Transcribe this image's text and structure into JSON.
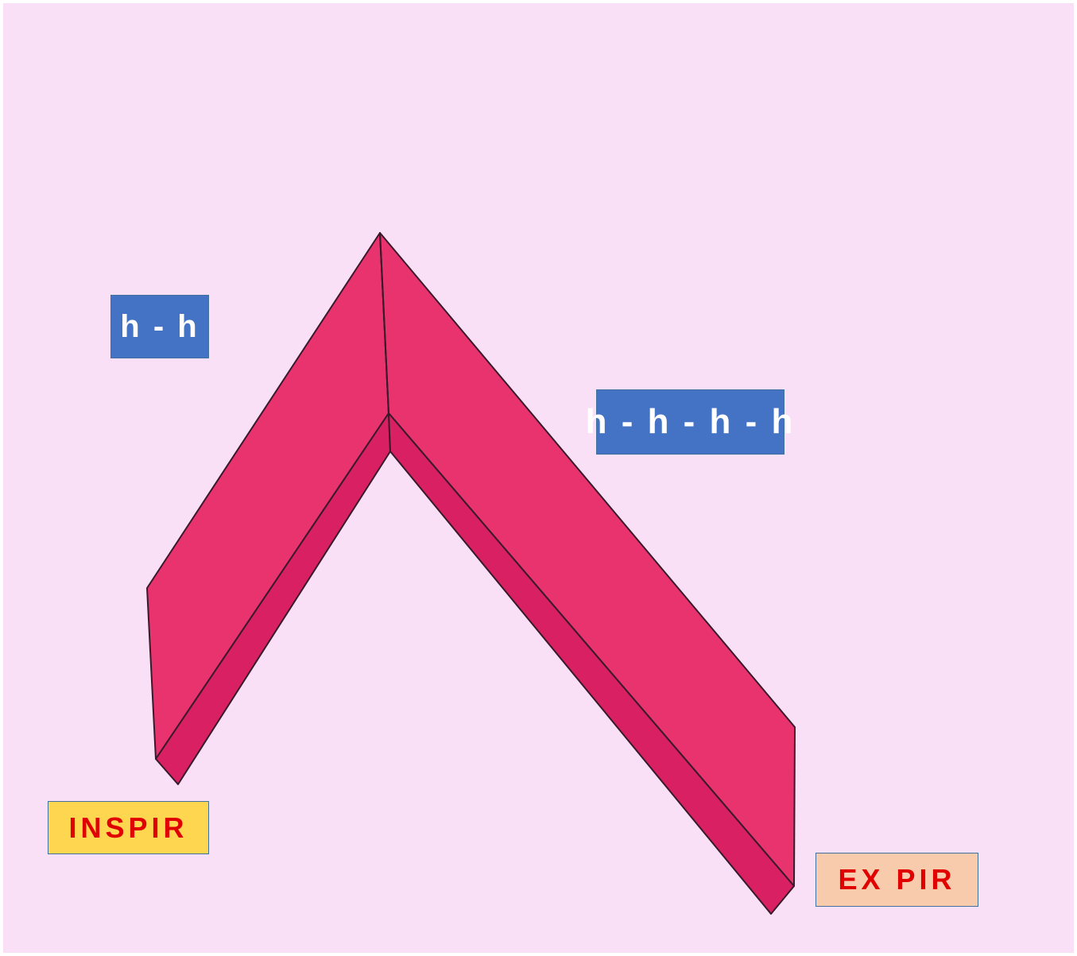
{
  "labels": {
    "inspir_rate": "h - h",
    "expir_rate": "h - h - h - h",
    "inspir": "INSPIR",
    "expir": "EX PIR"
  },
  "colors": {
    "background": "#f9e0f7",
    "arrow_face": "#e8336e",
    "arrow_side": "#d92062",
    "outline": "#3a1a2a",
    "rate_box": "#4472c4",
    "inspir_box": "#ffd64f",
    "expir_box": "#f8cbad",
    "label_text_red": "#e00000"
  }
}
